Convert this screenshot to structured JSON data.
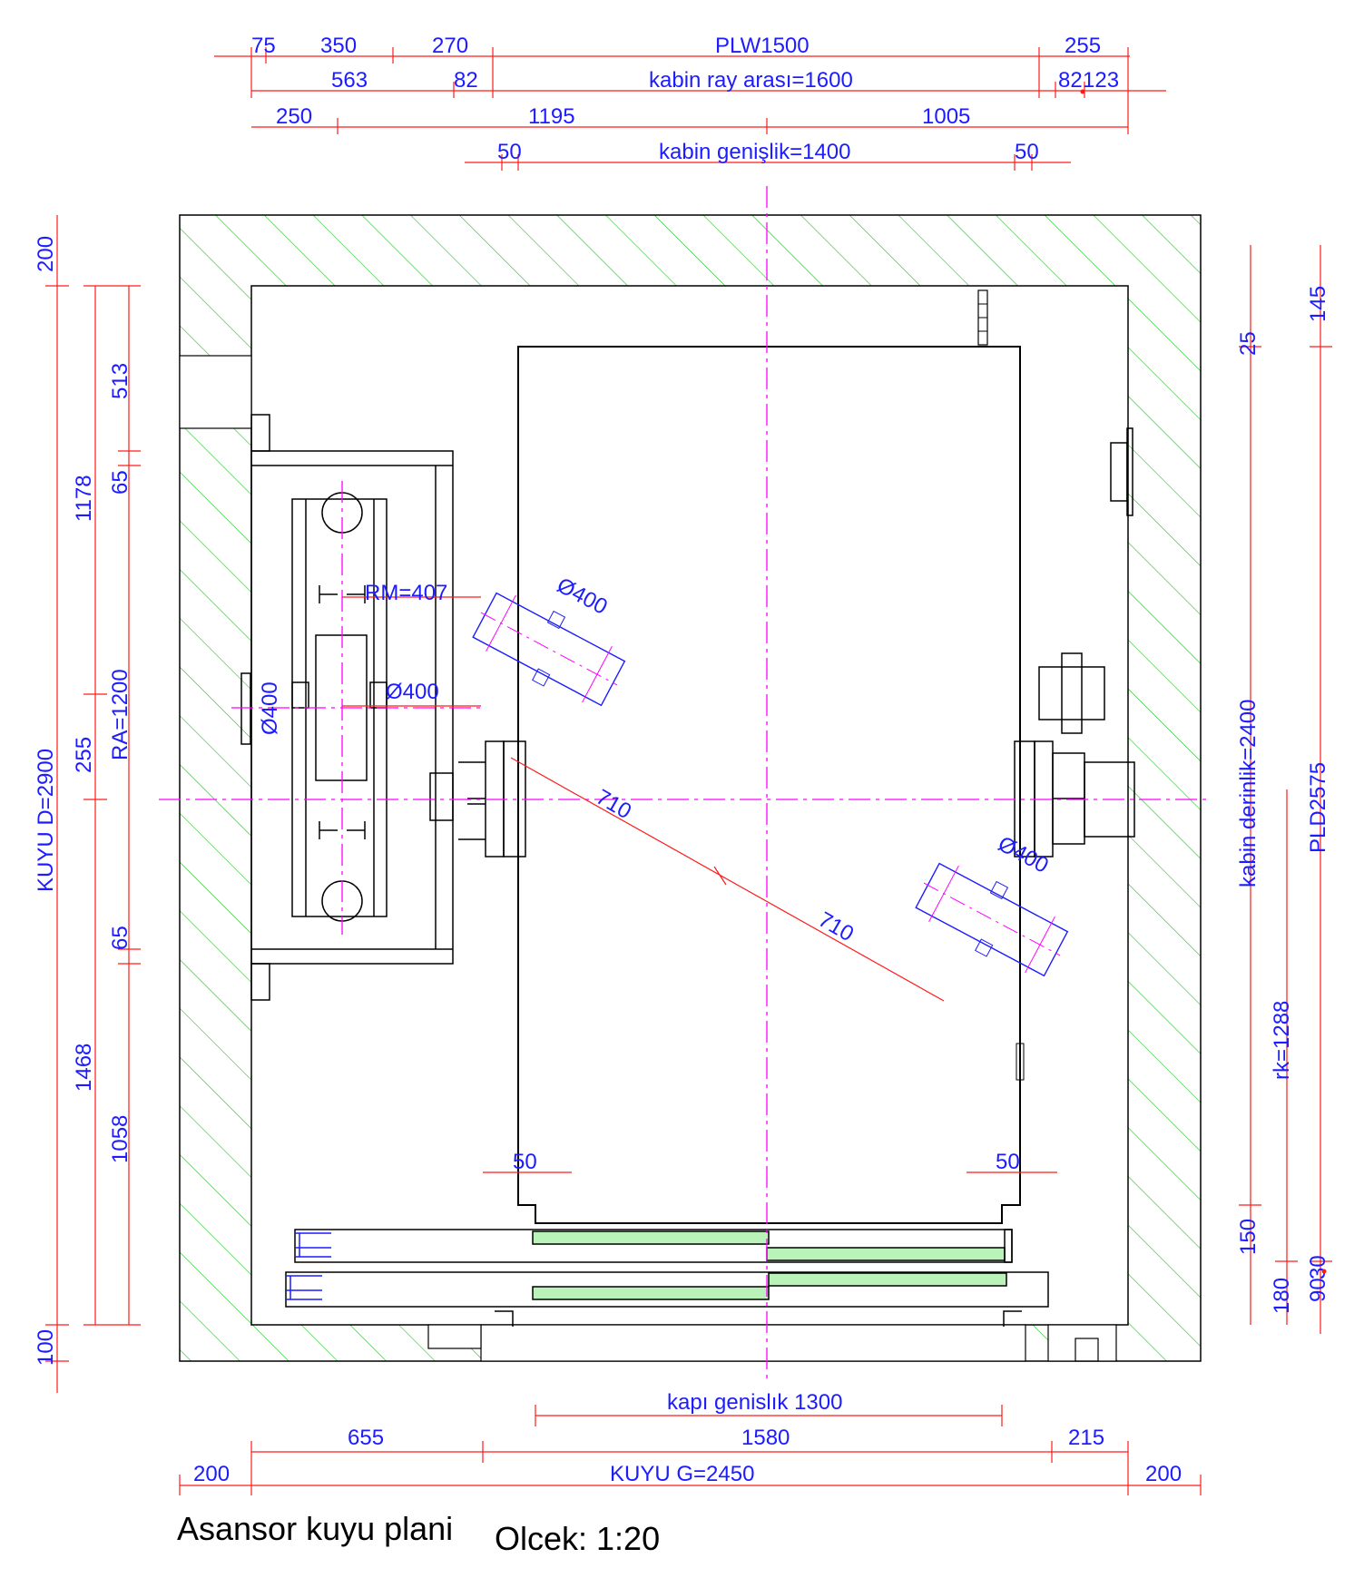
{
  "colors": {
    "dimension_text": "#1c1cff",
    "dimension_line": "#ff1a1a",
    "center_line": "#ff00ff",
    "wall_hatch": "#22c122",
    "outline": "#000000"
  },
  "top_dims": {
    "d75": "75",
    "d350": "350",
    "d270": "270",
    "plw": "PLW1500",
    "d255": "255",
    "d563": "563",
    "d82a": "82",
    "rail": "kabin  ray arası=1600",
    "d82b": "82",
    "d123": "123",
    "d250": "250",
    "d1195": "1195",
    "d1005": "1005",
    "d50a": "50",
    "cabin_width": "kabin genişlik=1400",
    "d50b": "50"
  },
  "left_dims": {
    "d200": "200",
    "d513": "513",
    "d1178": "1178",
    "d65a": "65",
    "ra": "RA=1200",
    "d255": "255",
    "kuyu_d": "KUYU D=2900",
    "d65b": "65",
    "d1468": "1468",
    "d1058": "1058",
    "d100": "100"
  },
  "right_dims": {
    "d145": "145",
    "d25": "25",
    "cabin_depth": "kabin derinlik=2400",
    "pld": "PLD2575",
    "rk": "rk=1288",
    "d150": "150",
    "d90": "90",
    "d30": "30",
    "d180": "180"
  },
  "inner_labels": {
    "rm": "RM=407",
    "dia_a": "Ø400",
    "dia_b": "Ø400",
    "dia_c": "Ø400",
    "dia_d": "Ø400",
    "diag_a": "710",
    "diag_b": "710",
    "door_side_a": "50",
    "door_side_b": "50"
  },
  "bottom_dims": {
    "door_width": "kapı genislık 1300",
    "d655": "655",
    "d1580": "1580",
    "d215": "215",
    "d200a": "200",
    "kuyu_g": "KUYU G=2450",
    "d200b": "200"
  },
  "title": {
    "main": "Asansor kuyu plani",
    "scale": "Olcek: 1:20"
  }
}
